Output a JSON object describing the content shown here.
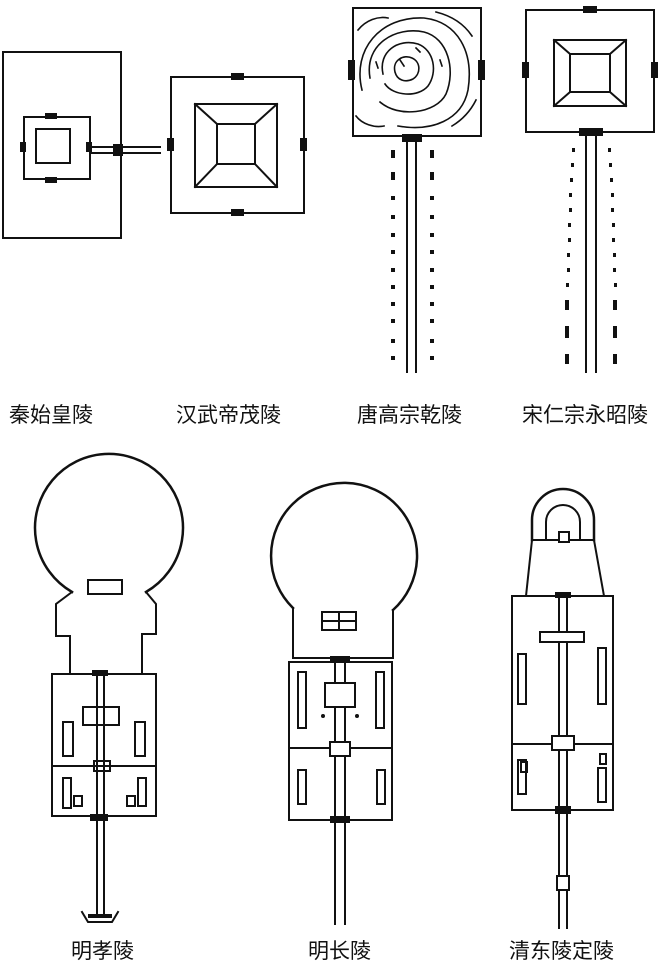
{
  "figure": {
    "labels": {
      "qin": "秦始皇陵",
      "han": "汉武帝茂陵",
      "tang": "唐高宗乾陵",
      "song": "宋仁宗永昭陵",
      "ming_xiao": "明孝陵",
      "ming_chang": "明长陵",
      "qing": "清东陵定陵"
    },
    "colors": {
      "ink": "#111111",
      "background": "#ffffff"
    }
  }
}
